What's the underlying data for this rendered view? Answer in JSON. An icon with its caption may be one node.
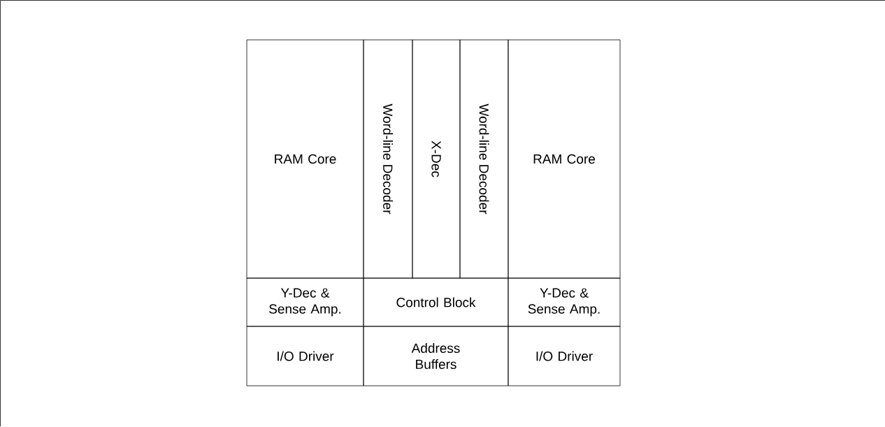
{
  "diagram": {
    "nodes": [
      {
        "text": [
          "RAM Core"
        ]
      },
      {
        "text": [
          "Word-line Decoder"
        ]
      },
      {
        "text": [
          "X-Dec"
        ]
      },
      {
        "text": [
          "Word-line Decoder"
        ]
      },
      {
        "text": [
          "RAM Core"
        ]
      },
      {
        "text": [
          "Y-Dec & Sense Amp."
        ]
      },
      {
        "text": [
          "Control Block"
        ]
      },
      {
        "text": [
          "Y-Dec & Sense Amp."
        ]
      },
      {
        "text": [
          "I/O Driver"
        ]
      },
      {
        "text": [
          "Address Buffers"
        ]
      },
      {
        "text": [
          "I/O Driver"
        ]
      }
    ]
  }
}
